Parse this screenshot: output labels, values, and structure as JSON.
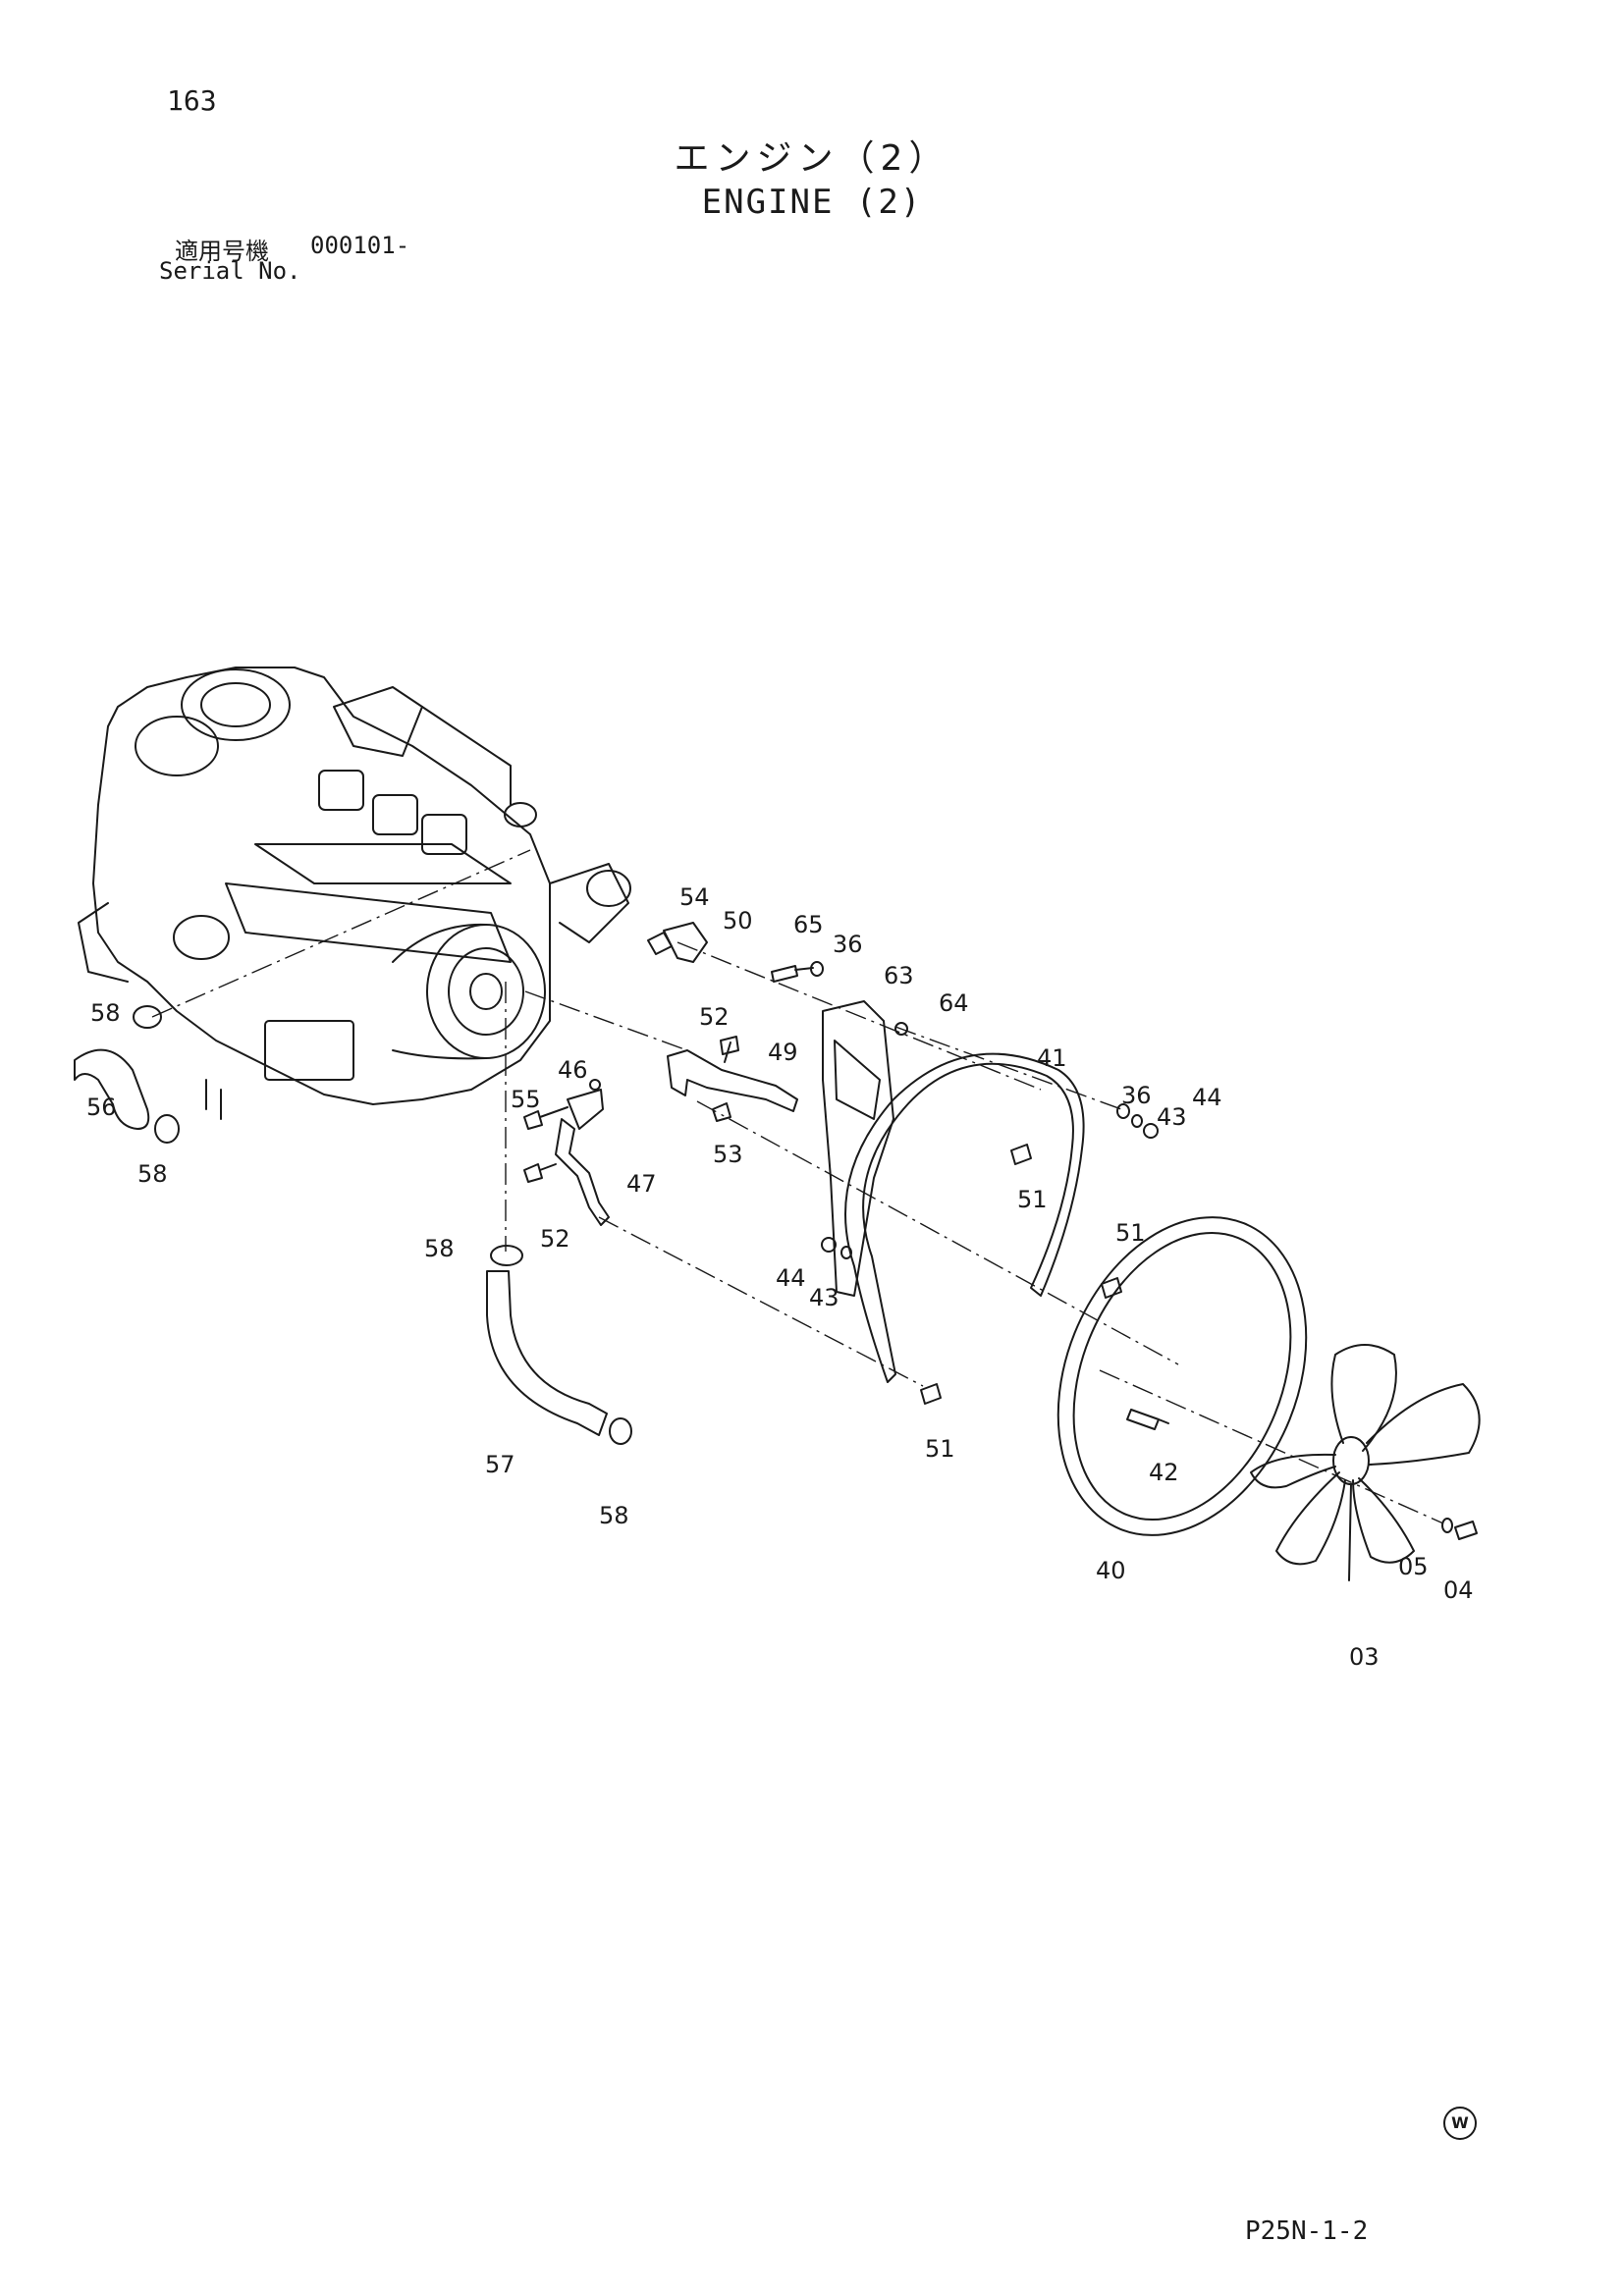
{
  "header": {
    "page_number": "163",
    "title_jp": "エンジン（2）",
    "title_en": "ENGINE (2)",
    "serial_label_jp": "適用号機",
    "serial_value": "000101-",
    "serial_label_en": "Serial No."
  },
  "diagram": {
    "callouts": [
      "58",
      "56",
      "58",
      "55",
      "46",
      "52",
      "47",
      "58",
      "52",
      "57",
      "58",
      "54",
      "50",
      "65",
      "36",
      "63",
      "64",
      "52",
      "49",
      "53",
      "41",
      "36",
      "43",
      "44",
      "51",
      "51",
      "44",
      "43",
      "51",
      "42",
      "40",
      "03",
      "05",
      "04"
    ]
  },
  "footer": {
    "maker_mark": "W",
    "drawing_code": "P25N-1-2"
  }
}
